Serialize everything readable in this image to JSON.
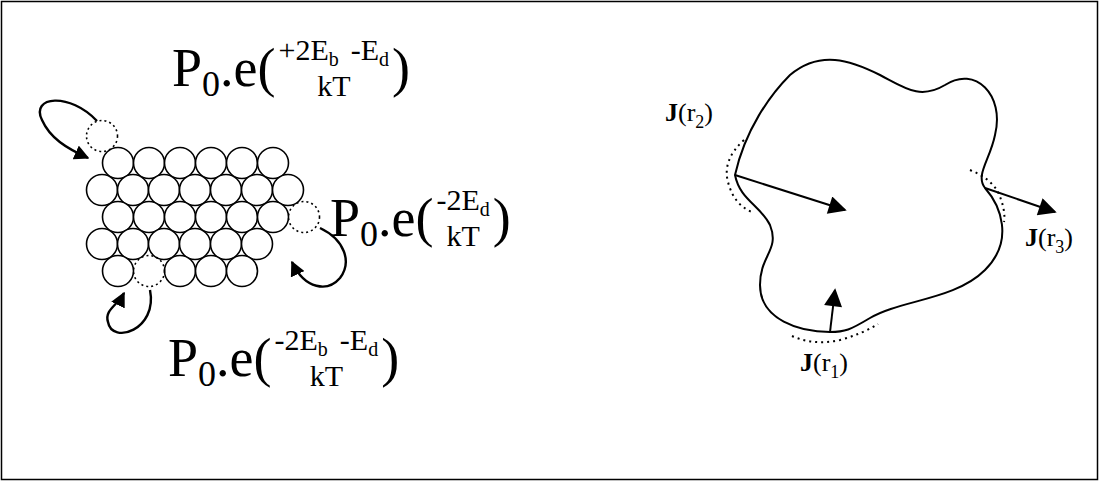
{
  "diagram": {
    "labels": [
      "P",
      "0",
      ".e(",
      "+2E",
      "b",
      "-E",
      "d",
      "kT",
      ")",
      "P",
      "0",
      ".e(",
      "-2E",
      "d",
      "kT",
      ")",
      "P",
      "0",
      ".e(",
      "-2E",
      "b",
      "-E",
      "d",
      "kT",
      ")",
      "J",
      "(r",
      "2",
      ")",
      "J",
      "(r",
      "3",
      ")",
      "J",
      "(r",
      "1",
      ")"
    ]
  }
}
